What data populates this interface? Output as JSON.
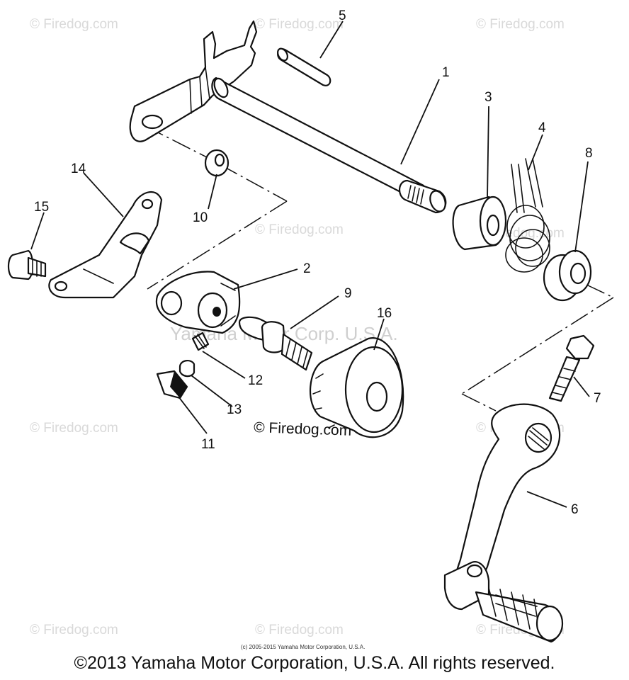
{
  "watermarks": {
    "firedog": "© Firedog.com",
    "yamaha": "Yamaha Motor Corp. U.S.A."
  },
  "center_watermark": "© Firedog.com",
  "small_copyright": "(c) 2005-2015 Yamaha Motor Corporation, U.S.A.",
  "copyright": "©2013 Yamaha Motor Corporation, U.S.A. All rights reserved.",
  "callouts": [
    "1",
    "2",
    "3",
    "4",
    "5",
    "6",
    "7",
    "8",
    "9",
    "10",
    "11",
    "12",
    "13",
    "14",
    "15",
    "16"
  ]
}
